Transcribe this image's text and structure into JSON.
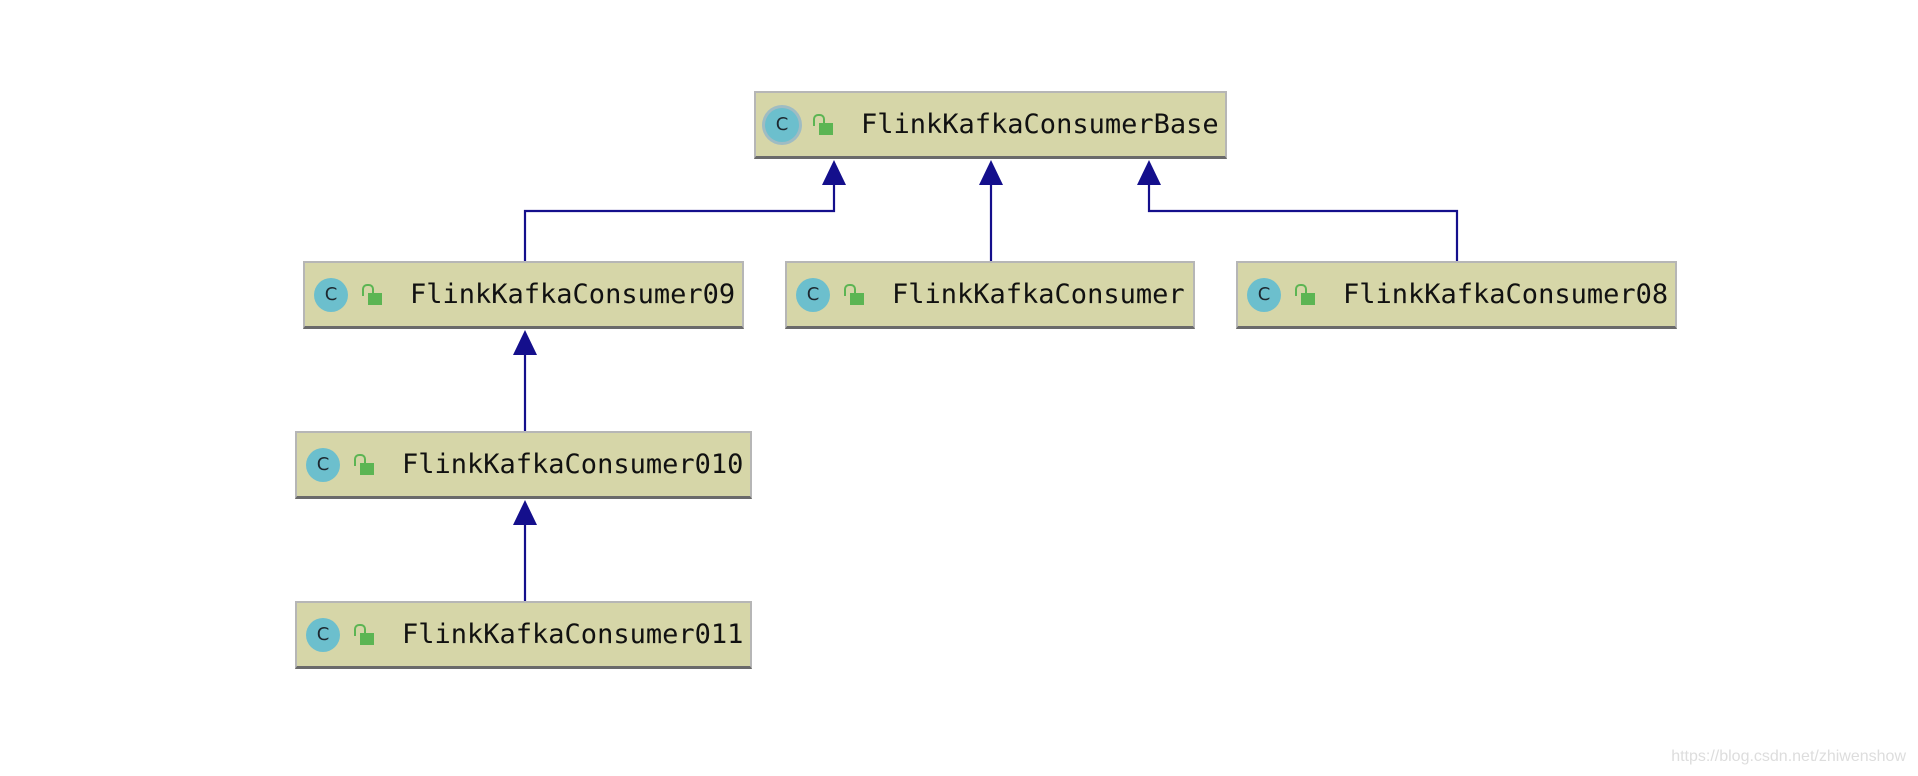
{
  "diagram": {
    "nodes": [
      {
        "id": "base",
        "icon_letter": "C",
        "label": "FlinkKafkaConsumerBase",
        "kind": "abstract-class"
      },
      {
        "id": "c09",
        "icon_letter": "C",
        "label": "FlinkKafkaConsumer09",
        "kind": "class"
      },
      {
        "id": "c",
        "icon_letter": "C",
        "label": "FlinkKafkaConsumer",
        "kind": "class"
      },
      {
        "id": "c08",
        "icon_letter": "C",
        "label": "FlinkKafkaConsumer08",
        "kind": "class"
      },
      {
        "id": "c010",
        "icon_letter": "C",
        "label": "FlinkKafkaConsumer010",
        "kind": "class"
      },
      {
        "id": "c011",
        "icon_letter": "C",
        "label": "FlinkKafkaConsumer011",
        "kind": "class"
      }
    ],
    "edges": [
      {
        "from": "c09",
        "to": "base",
        "relation": "extends"
      },
      {
        "from": "c",
        "to": "base",
        "relation": "extends"
      },
      {
        "from": "c08",
        "to": "base",
        "relation": "extends"
      },
      {
        "from": "c010",
        "to": "c09",
        "relation": "extends"
      },
      {
        "from": "c011",
        "to": "c010",
        "relation": "extends"
      }
    ],
    "colors": {
      "node_fill": "#d6d6a8",
      "edge": "#140f8c",
      "class_icon": "#6cbfcd",
      "public_lock_icon": "#5cb553"
    },
    "icons": {
      "class_icon": "class-c-icon",
      "visibility_icon": "unlocked-lock-icon"
    }
  },
  "watermark": "https://blog.csdn.net/zhiwenshow"
}
